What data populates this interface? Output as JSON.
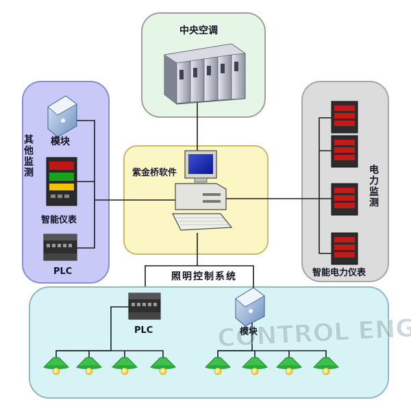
{
  "labels": {
    "central_ac": "中央空调",
    "software": "紫金桥软件",
    "other_monitoring": "其他监测",
    "module_left": "模块",
    "smart_meter_left": "智能仪表",
    "plc_left": "PLC",
    "power_monitoring": "电力监测",
    "smart_power_meter": "智能电力仪表",
    "lighting_control": "照明控制系统",
    "plc_bottom": "PLC",
    "module_bottom": "模块"
  },
  "watermark": "CONTROL ENGINEERING",
  "colors": {
    "ac_panel": "#e5f6e7",
    "other_panel": "#c9c9f7",
    "power_panel": "#dcdcdc",
    "software_panel": "#fbf6c3",
    "lighting_panel": "#d8f3f6",
    "lamp_green": "#3cc24a",
    "lamp_bulb": "#f4e04a"
  }
}
